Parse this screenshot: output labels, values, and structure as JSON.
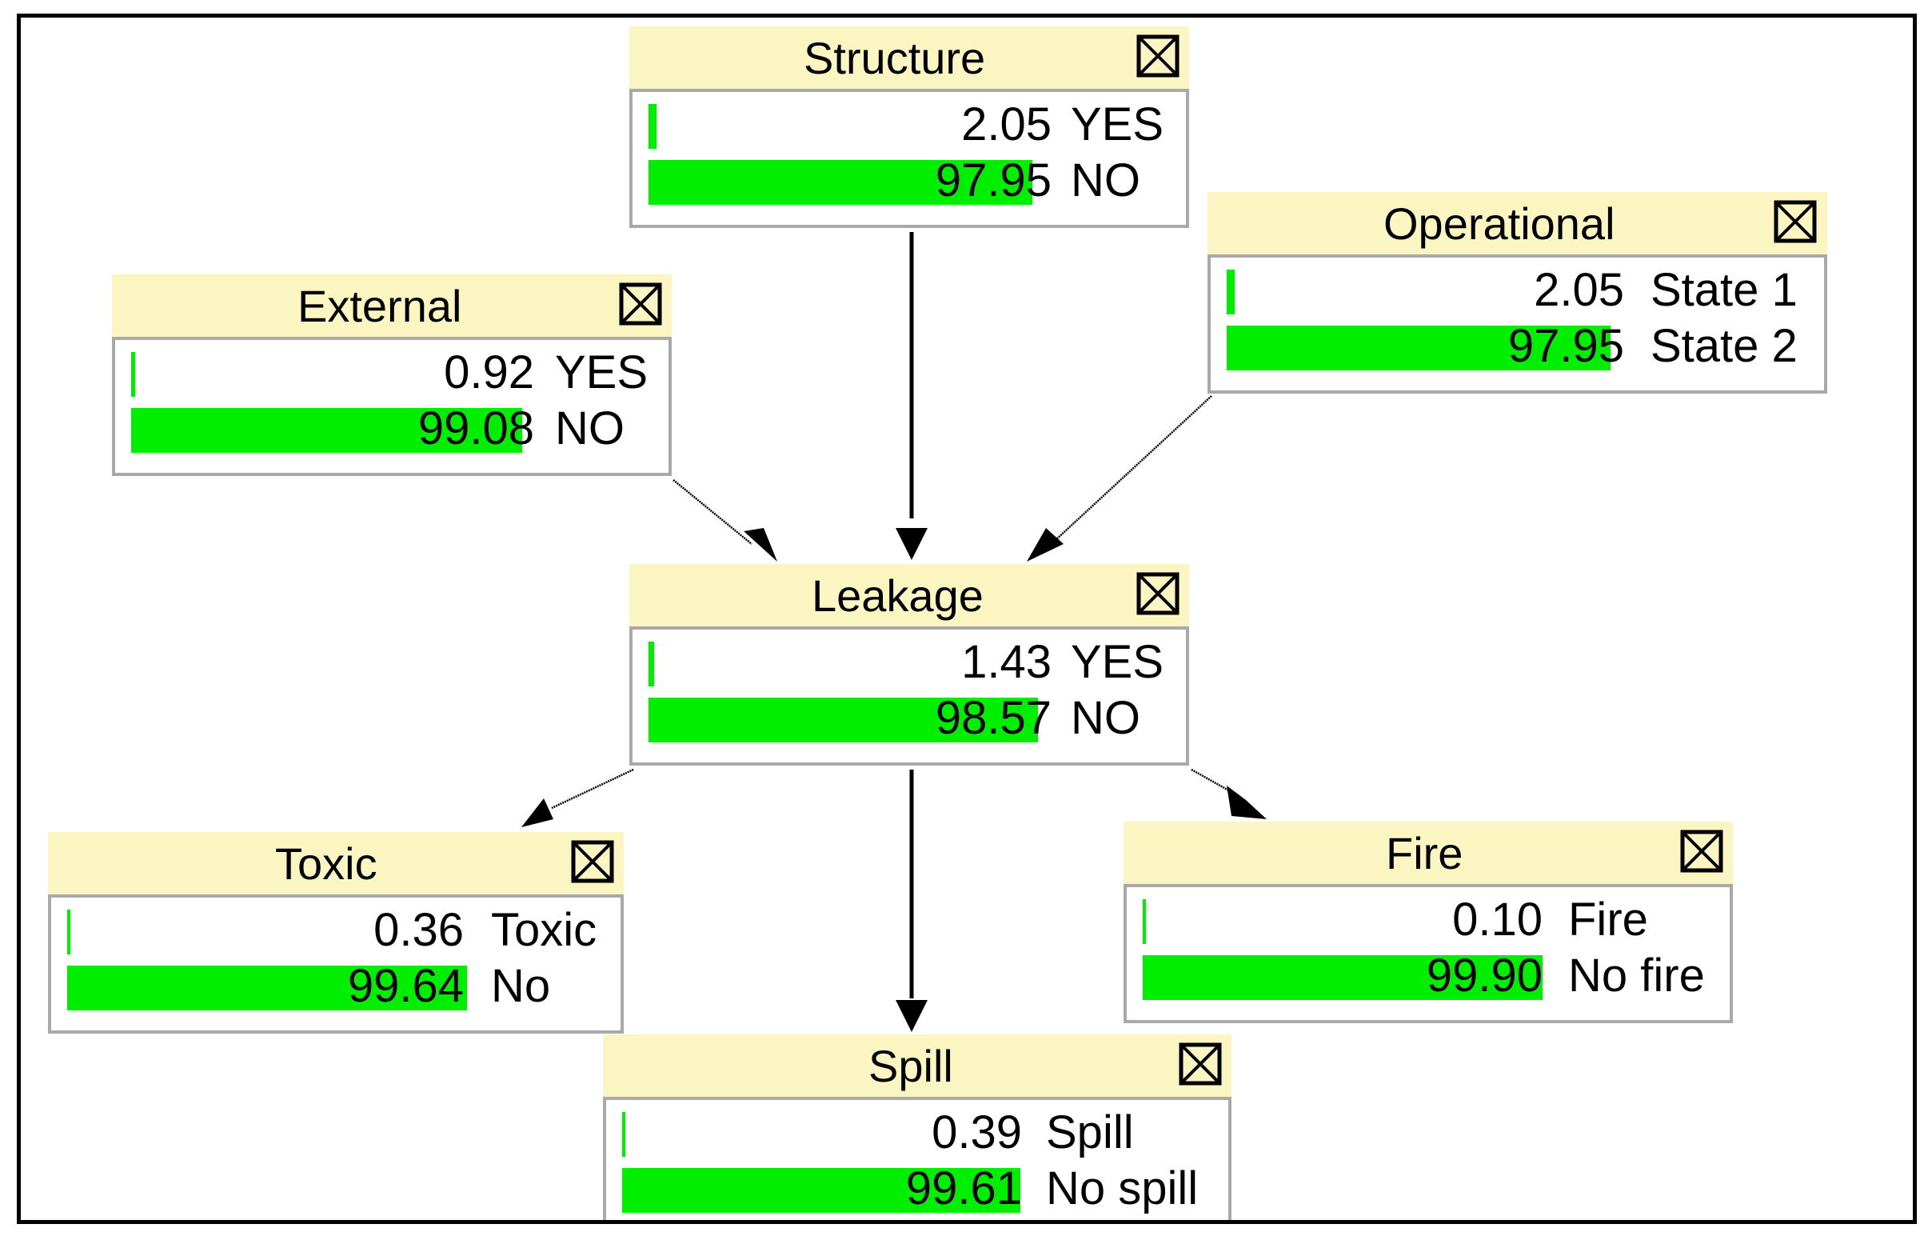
{
  "nodes": {
    "structure": {
      "title": "Structure",
      "icon": "checkbox-x-icon",
      "states": [
        {
          "value": "2.05",
          "label": "YES",
          "probability": 2.05
        },
        {
          "value": "97.95",
          "label": "NO",
          "probability": 97.95
        }
      ]
    },
    "operational": {
      "title": "Operational",
      "icon": "checkbox-x-icon",
      "states": [
        {
          "value": "2.05",
          "label": "State 1",
          "probability": 2.05
        },
        {
          "value": "97.95",
          "label": "State 2",
          "probability": 97.95
        }
      ]
    },
    "external": {
      "title": "External",
      "icon": "checkbox-x-icon",
      "states": [
        {
          "value": "0.92",
          "label": "YES",
          "probability": 0.92
        },
        {
          "value": "99.08",
          "label": "NO",
          "probability": 99.08
        }
      ]
    },
    "leakage": {
      "title": "Leakage",
      "icon": "checkbox-x-icon",
      "states": [
        {
          "value": "1.43",
          "label": "YES",
          "probability": 1.43
        },
        {
          "value": "98.57",
          "label": "NO",
          "probability": 98.57
        }
      ]
    },
    "toxic": {
      "title": "Toxic",
      "icon": "checkbox-x-icon",
      "states": [
        {
          "value": "0.36",
          "label": "Toxic",
          "probability": 0.36
        },
        {
          "value": "99.64",
          "label": "No",
          "probability": 99.64
        }
      ]
    },
    "fire": {
      "title": "Fire",
      "icon": "checkbox-x-icon",
      "states": [
        {
          "value": "0.10",
          "label": "Fire",
          "probability": 0.1
        },
        {
          "value": "99.90",
          "label": "No fire",
          "probability": 99.9
        }
      ]
    },
    "spill": {
      "title": "Spill",
      "icon": "checkbox-x-icon",
      "states": [
        {
          "value": "0.39",
          "label": "Spill",
          "probability": 0.39
        },
        {
          "value": "99.61",
          "label": "No spill",
          "probability": 99.61
        }
      ]
    }
  },
  "edges": [
    {
      "from": "structure",
      "to": "leakage"
    },
    {
      "from": "external",
      "to": "leakage"
    },
    {
      "from": "operational",
      "to": "leakage"
    },
    {
      "from": "leakage",
      "to": "toxic"
    },
    {
      "from": "leakage",
      "to": "spill"
    },
    {
      "from": "leakage",
      "to": "fire"
    }
  ],
  "colors": {
    "header": "#fbf6c1",
    "bar": "#00ee00",
    "border": "#a9a9a9",
    "arrow": "#000000"
  }
}
